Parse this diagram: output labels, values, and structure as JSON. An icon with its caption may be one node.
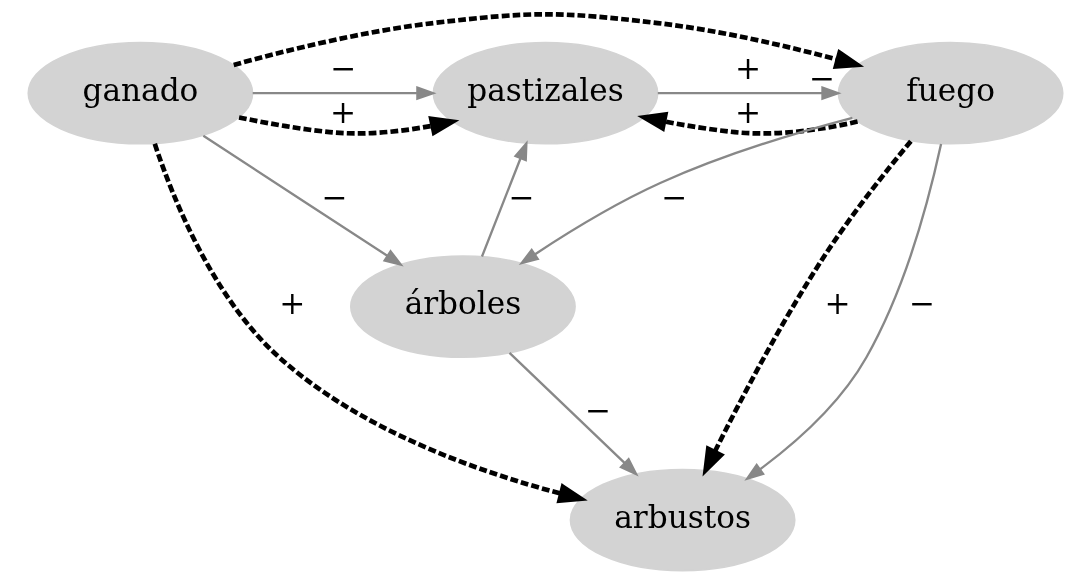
{
  "diagram": {
    "nodes": [
      {
        "text": [
          "ganado"
        ]
      },
      {
        "text": [
          "pastizales"
        ]
      },
      {
        "text": [
          "fuego"
        ]
      },
      {
        "text": [
          "árboles"
        ]
      },
      {
        "text": [
          "arbustos"
        ]
      }
    ],
    "edges": [
      {
        "from": 0,
        "to": 2,
        "arrow": "to",
        "label": "−",
        "style": "dashed",
        "color": "#000000"
      },
      {
        "from": 0,
        "to": 1,
        "arrow": "to",
        "label": "−"
      },
      {
        "from": 1,
        "to": 2,
        "arrow": "to",
        "label": "+"
      },
      {
        "from": 0,
        "to": 1,
        "arrow": "to",
        "label": "+",
        "style": "dashed",
        "color": "#000000"
      },
      {
        "from": 0,
        "to": 3,
        "arrow": "to",
        "label": "−"
      },
      {
        "from": 0,
        "to": 4,
        "arrow": "to",
        "label": "+",
        "style": "dashed",
        "color": "#000000"
      },
      {
        "from": 3,
        "to": 1,
        "arrow": "to",
        "label": "−"
      },
      {
        "from": 2,
        "to": 1,
        "arrow": "to",
        "label": "+",
        "style": "dashed",
        "color": "#000000"
      },
      {
        "from": 2,
        "to": 3,
        "arrow": "to",
        "label": "−"
      },
      {
        "from": 2,
        "to": 4,
        "arrow": "to",
        "label": "+",
        "style": "dashed",
        "color": "#000000"
      },
      {
        "from": 2,
        "to": 4,
        "arrow": "to",
        "label": "−"
      },
      {
        "from": 3,
        "to": 4,
        "arrow": "to",
        "label": "−"
      }
    ]
  }
}
